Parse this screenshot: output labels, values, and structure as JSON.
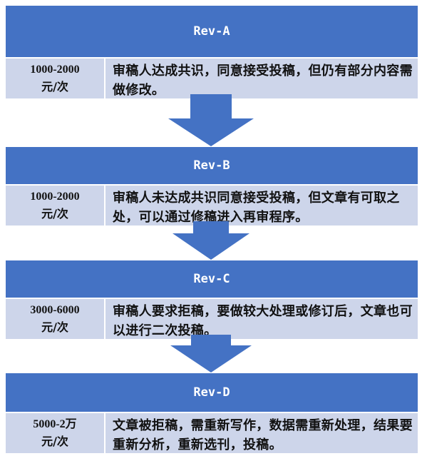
{
  "stages": [
    {
      "title": "Rev-A",
      "amount": "1000-2000",
      "unit": "元/次",
      "description": "审稿人达成共识，同意接受投稿，但仍有部分内容需做修改。"
    },
    {
      "title": "Rev-B",
      "amount": "1000-2000",
      "unit": "元/次",
      "description": "审稿人未达成共识同意接受投稿，但文章有可取之处，可以通过修稿进入再审程序。"
    },
    {
      "title": "Rev-C",
      "amount": "3000-6000",
      "unit": "元/次",
      "description": "审稿人要求拒稿，要做较大处理或修订后，文章也可以进行二次投稿。"
    },
    {
      "title": "Rev-D",
      "amount": "5000-2万",
      "unit": "元/次",
      "description": "文章被拒稿，需重新写作，数据需重新处理，结果要重新分析，重新选刊，投稿。"
    }
  ],
  "colors": {
    "header": "#4472c4",
    "row": "#cdd5ea",
    "arrow": "#4472c4"
  }
}
